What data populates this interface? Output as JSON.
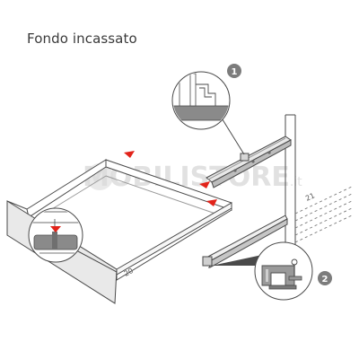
{
  "title": "Fondo incassato",
  "watermark": {
    "brand": "MOBILISTORE",
    "tld": ".it"
  },
  "callouts": [
    {
      "number": "1"
    },
    {
      "number": "2"
    }
  ],
  "dimension_labels": {
    "drawer_side": "20",
    "cabinet_side": "21"
  },
  "colors": {
    "marker": "#e2231a",
    "line": "#4a4a4a",
    "callout_fill": "#7c7c7c",
    "detail_grey": "#8a8a8a"
  }
}
